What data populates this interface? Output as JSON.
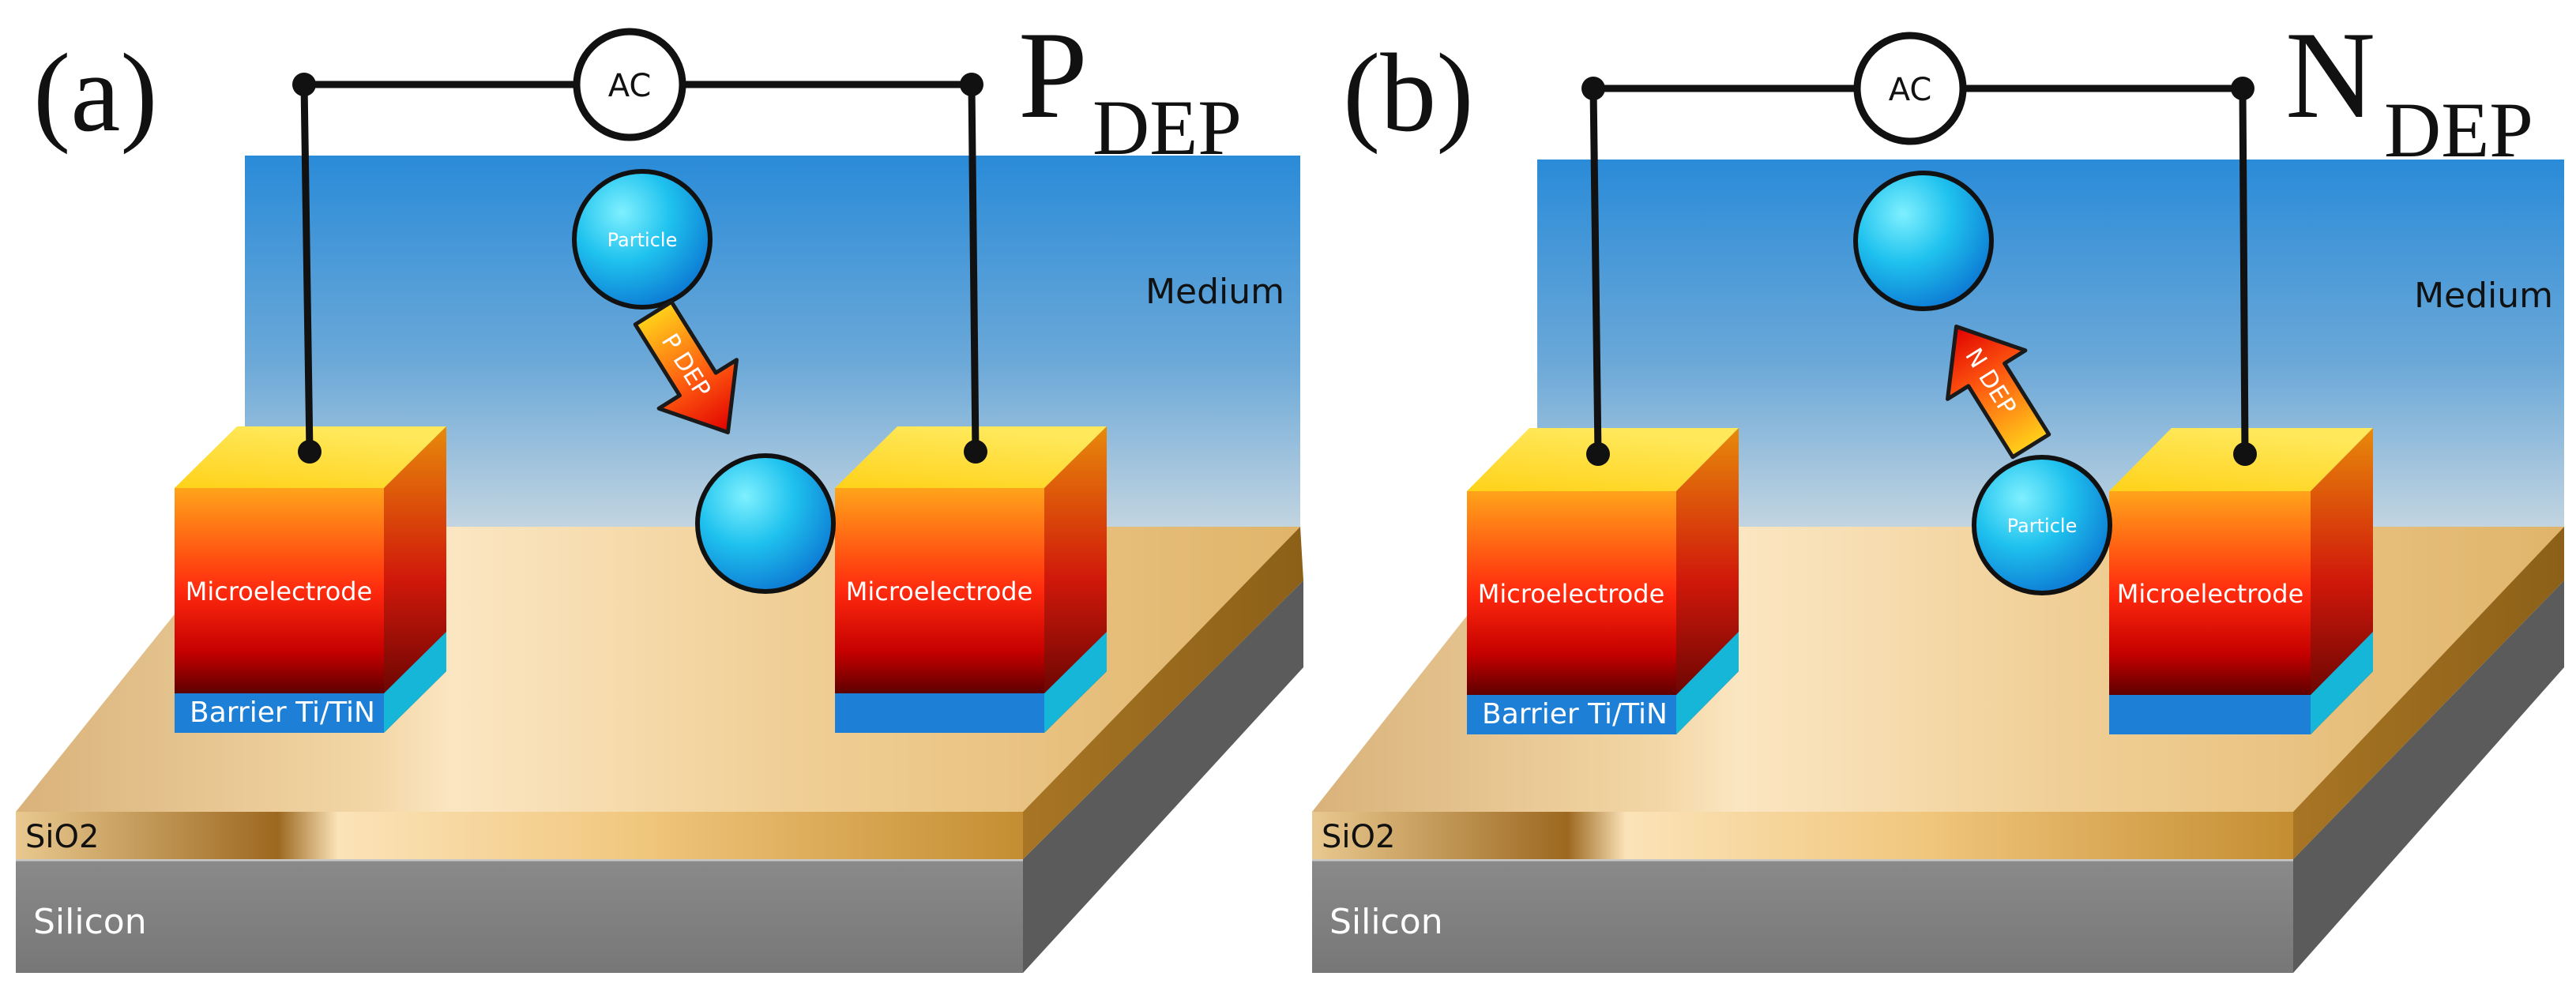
{
  "panels": [
    {
      "id": "a",
      "label": "(a)",
      "mode_main": "P",
      "mode_sub": "DEP",
      "source_label": "AC",
      "medium_label": "Medium",
      "particle_top_label": "Particle",
      "particle_bottom_label": "",
      "arrow_label": "P DEP",
      "arrow_direction": "down-right",
      "electrode_left_label": "Microelectrode",
      "electrode_right_label": "Microelectrode",
      "barrier_label": "Barrier Ti/TiN",
      "oxide_label": "SiO2",
      "substrate_label": "Silicon"
    },
    {
      "id": "b",
      "label": "(b)",
      "mode_main": "N",
      "mode_sub": "DEP",
      "source_label": "AC",
      "medium_label": "Medium",
      "particle_top_label": "",
      "particle_bottom_label": "Particle",
      "arrow_label": "N DEP",
      "arrow_direction": "up-left",
      "electrode_left_label": "Microelectrode",
      "electrode_right_label": "Microelectrode",
      "barrier_label": "Barrier Ti/TiN",
      "oxide_label": "SiO2",
      "substrate_label": "Silicon"
    }
  ],
  "colors": {
    "medium_top": "#2f8ed8",
    "medium_bottom": "#b9cfe0",
    "oxide": "#f2cd90",
    "oxide_dark": "#b8862f",
    "silicon_front": "#7f7f7f",
    "silicon_side": "#5a5a5a",
    "barrier": "#1e7fd6",
    "particle": "#1fb8e8",
    "wire": "#111111"
  }
}
